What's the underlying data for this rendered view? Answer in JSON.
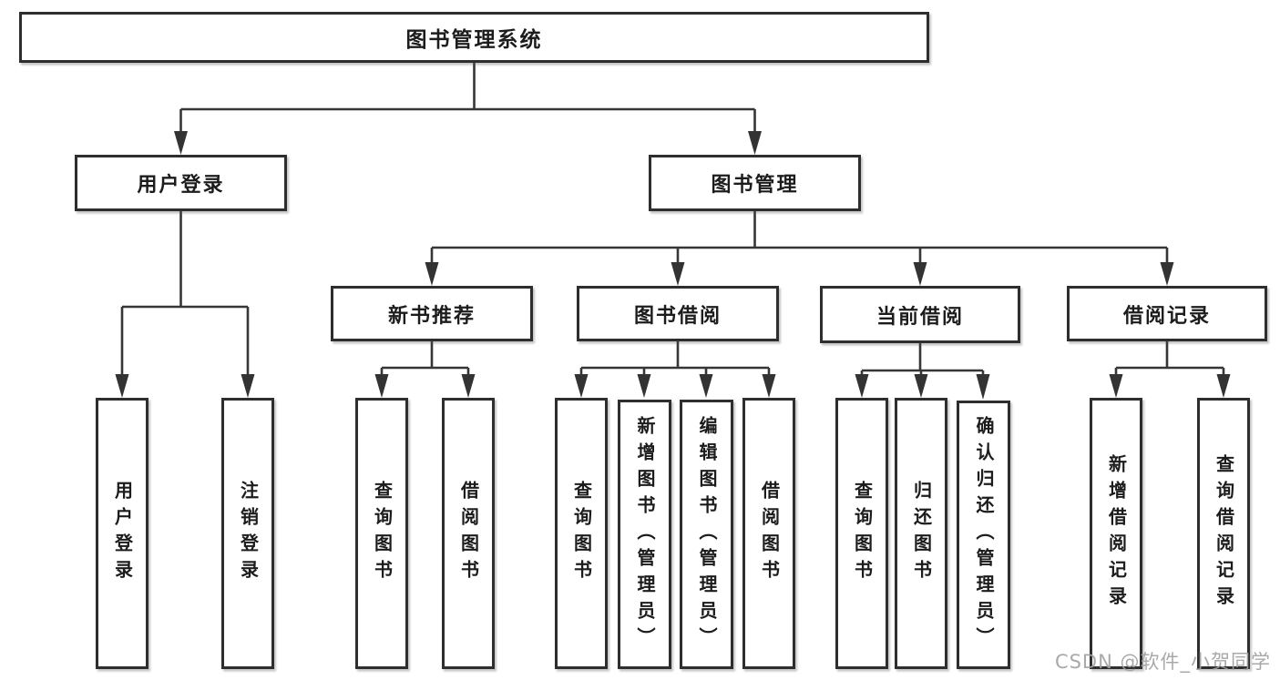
{
  "diagram_type": "hierarchy-tree",
  "tree": {
    "label": "图书管理系统",
    "children": [
      {
        "label": "用户登录",
        "children": [
          {
            "label": "用户登录"
          },
          {
            "label": "注销登录"
          }
        ]
      },
      {
        "label": "图书管理",
        "children": [
          {
            "label": "新书推荐",
            "children": [
              {
                "label": "查询图书"
              },
              {
                "label": "借阅图书"
              }
            ]
          },
          {
            "label": "图书借阅",
            "children": [
              {
                "label": "查询图书"
              },
              {
                "label": "新增图书（管理员）"
              },
              {
                "label": "编辑图书（管理员）"
              },
              {
                "label": "借阅图书"
              }
            ]
          },
          {
            "label": "当前借阅",
            "children": [
              {
                "label": "查询图书"
              },
              {
                "label": "归还图书"
              },
              {
                "label": "确认归还（管理员）"
              }
            ]
          },
          {
            "label": "借阅记录",
            "children": [
              {
                "label": "新增借阅记录"
              },
              {
                "label": "查询借阅记录"
              }
            ]
          }
        ]
      }
    ]
  },
  "watermark": {
    "text": "CSDN @软件_小贺同学"
  },
  "colors": {
    "line": "#363636",
    "box_border": "#2e2e2e",
    "text": "#1c1c1c",
    "background": "#ffffff",
    "watermark": "#a2a2a2"
  }
}
